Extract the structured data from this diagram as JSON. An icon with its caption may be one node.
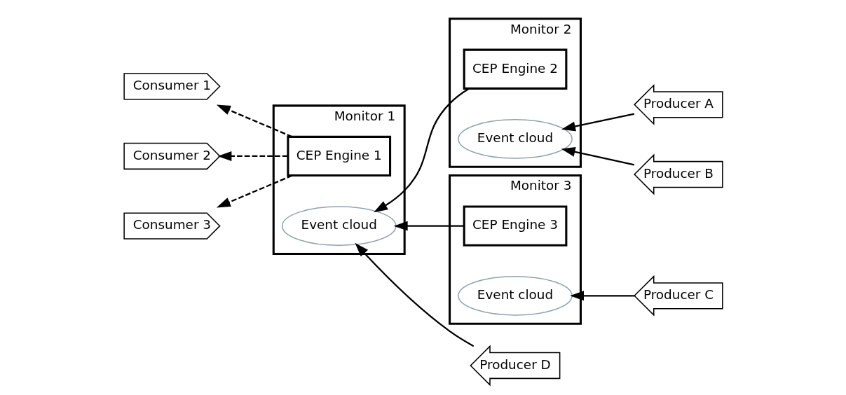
{
  "diagram": {
    "nodes": [
      {
        "text": [
          "Monitor 1"
        ]
      },
      {
        "text": [
          "CEP Engine 1"
        ],
        "in": 0
      },
      {
        "text": [
          "Event cloud"
        ],
        "in": 0
      },
      {
        "text": [
          "Monitor 2"
        ]
      },
      {
        "text": [
          "CEP Engine 2"
        ],
        "in": 3
      },
      {
        "text": [
          "Event cloud"
        ],
        "in": 3
      },
      {
        "text": [
          "Monitor 3"
        ]
      },
      {
        "text": [
          "CEP Engine 3"
        ],
        "in": 6
      },
      {
        "text": [
          "Event cloud"
        ],
        "in": 6
      },
      {
        "text": [
          "Consumer 1"
        ]
      },
      {
        "text": [
          "Consumer 2"
        ]
      },
      {
        "text": [
          "Consumer 3"
        ]
      },
      {
        "text": [
          "Producer A"
        ]
      },
      {
        "text": [
          "Producer B"
        ]
      },
      {
        "text": [
          "Producer C"
        ]
      },
      {
        "text": [
          "Producer D"
        ]
      }
    ],
    "edges": [
      {
        "from": 1,
        "to": 9,
        "arrow": "to",
        "style": "dashed"
      },
      {
        "from": 1,
        "to": 10,
        "arrow": "to",
        "style": "dashed"
      },
      {
        "from": 1,
        "to": 11,
        "arrow": "to",
        "style": "dashed"
      },
      {
        "from": 4,
        "to": 2,
        "arrow": "to"
      },
      {
        "from": 7,
        "to": 2,
        "arrow": "to"
      },
      {
        "from": 15,
        "to": 2,
        "arrow": "to"
      },
      {
        "from": 12,
        "to": 5,
        "arrow": "to"
      },
      {
        "from": 13,
        "to": 5,
        "arrow": "to"
      },
      {
        "from": 14,
        "to": 8,
        "arrow": "to"
      }
    ]
  }
}
